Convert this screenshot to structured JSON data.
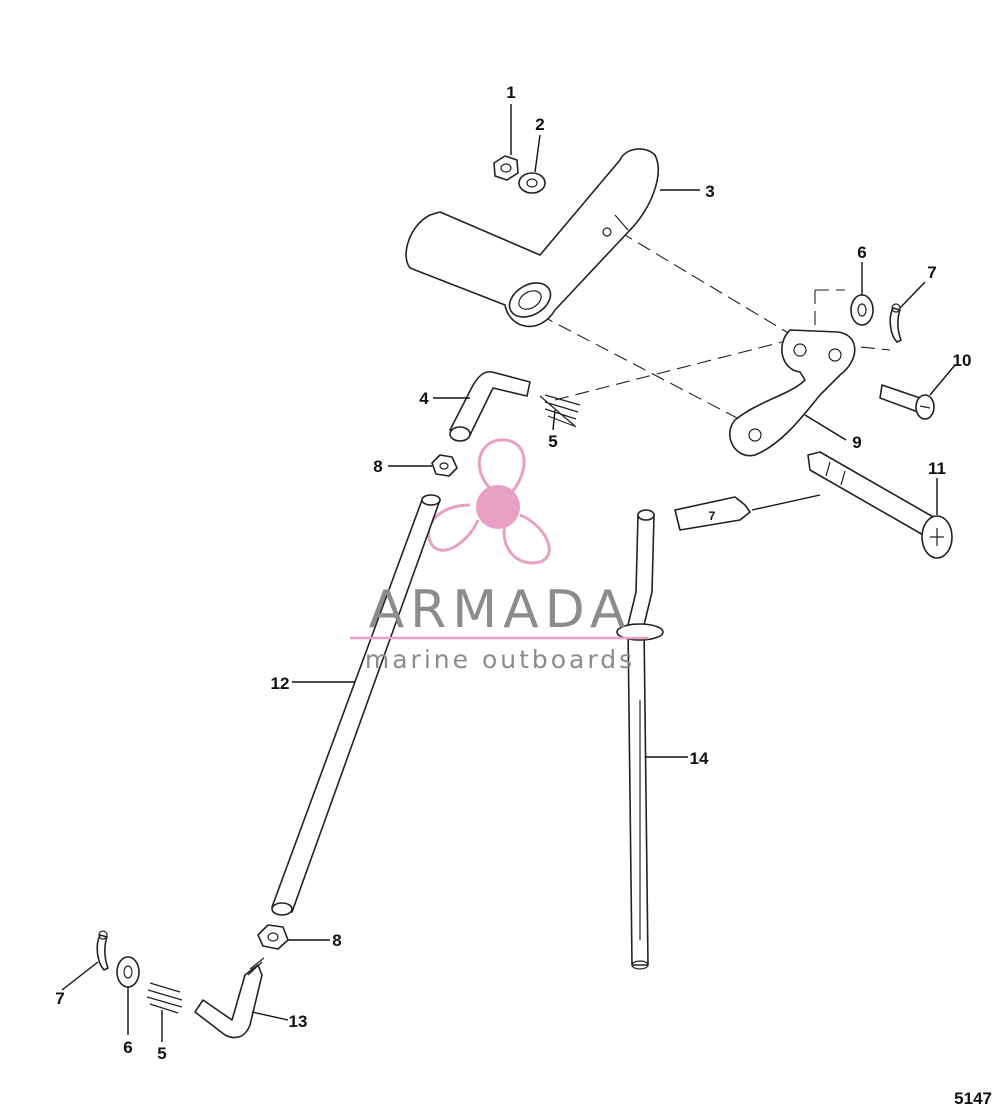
{
  "diagram": {
    "figure_number": "5147",
    "callouts": [
      {
        "id": "c1",
        "label": "1"
      },
      {
        "id": "c2",
        "label": "2"
      },
      {
        "id": "c3",
        "label": "3"
      },
      {
        "id": "c4",
        "label": "4"
      },
      {
        "id": "c5a",
        "label": "5"
      },
      {
        "id": "c6a",
        "label": "6"
      },
      {
        "id": "c7a",
        "label": "7"
      },
      {
        "id": "c8a",
        "label": "8"
      },
      {
        "id": "c9",
        "label": "9"
      },
      {
        "id": "c10",
        "label": "10"
      },
      {
        "id": "c11",
        "label": "11"
      },
      {
        "id": "c12",
        "label": "12"
      },
      {
        "id": "c8b",
        "label": "8"
      },
      {
        "id": "c14",
        "label": "14"
      },
      {
        "id": "c7b",
        "label": "7"
      },
      {
        "id": "c6b",
        "label": "6"
      },
      {
        "id": "c5b",
        "label": "5"
      },
      {
        "id": "c13",
        "label": "13"
      }
    ],
    "lubricant_tube_label": "7"
  },
  "watermark": {
    "brand": "ARMADA",
    "tagline": "marine outboards",
    "colors": {
      "logo_pink": "#e8a0c4",
      "text_gray": "#8c8c8c"
    }
  }
}
